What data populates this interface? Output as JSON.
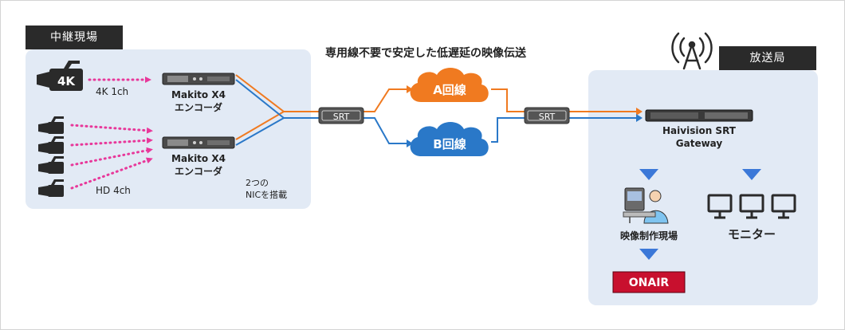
{
  "left_site": {
    "tag": "中継現場",
    "camera_4k_badge": "4K",
    "label_4k": "4K 1ch",
    "label_hd": "HD 4ch",
    "encoder_1_line1": "Makito X4",
    "encoder_1_line2": "エンコーダ",
    "encoder_2_line1": "Makito X4",
    "encoder_2_line2": "エンコーダ",
    "nic_line1": "2つの",
    "nic_line2": "NICを搭載"
  },
  "middle": {
    "headline": "専用線不要で安定した低遅延の映像伝送",
    "srt_left": "SRT",
    "srt_right": "SRT",
    "cloud_a": "A回線",
    "cloud_b": "B回線"
  },
  "right_site": {
    "tag": "放送局",
    "gateway_line1": "Haivision SRT",
    "gateway_line2": "Gateway",
    "production_label": "映像制作現場",
    "monitor_label": "モニター",
    "onair_label": "ONAIR"
  },
  "colors": {
    "orange": "#f07a20",
    "blue": "#2a78c8",
    "pink": "#e8389a",
    "panel": "#e2eaf5",
    "onair": "#c8102e",
    "arrow_blue": "#3b78d8"
  }
}
